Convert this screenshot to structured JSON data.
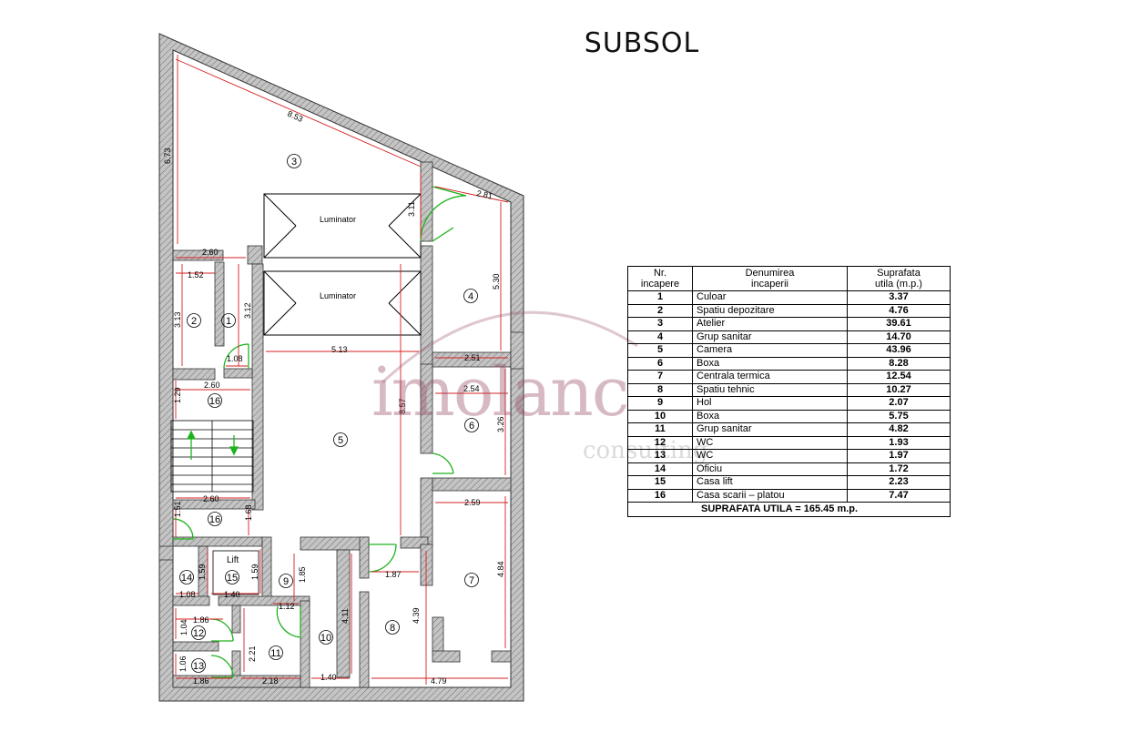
{
  "title": "SUBSOL",
  "legend": {
    "headers": {
      "nr": "Nr.\nincapere",
      "name": "Denumirea\nincaperii",
      "area": "Suprafata\nutila (m.p.)"
    },
    "rows": [
      {
        "nr": "1",
        "name": "Culoar",
        "area": "3.37"
      },
      {
        "nr": "2",
        "name": "Spatiu depozitare",
        "area": "4.76"
      },
      {
        "nr": "3",
        "name": "Atelier",
        "area": "39.61"
      },
      {
        "nr": "4",
        "name": "Grup sanitar",
        "area": "14.70"
      },
      {
        "nr": "5",
        "name": "Camera",
        "area": "43.96"
      },
      {
        "nr": "6",
        "name": "Boxa",
        "area": "8.28"
      },
      {
        "nr": "7",
        "name": "Centrala termica",
        "area": "12.54"
      },
      {
        "nr": "8",
        "name": "Spatiu tehnic",
        "area": "10.27"
      },
      {
        "nr": "9",
        "name": "Hol",
        "area": "2.07"
      },
      {
        "nr": "10",
        "name": "Boxa",
        "area": "5.75"
      },
      {
        "nr": "11",
        "name": "Grup sanitar",
        "area": "4.82"
      },
      {
        "nr": "12",
        "name": "WC",
        "area": "1.93"
      },
      {
        "nr": "13",
        "name": "WC",
        "area": "1.97"
      },
      {
        "nr": "14",
        "name": "Oficiu",
        "area": "1.72"
      },
      {
        "nr": "15",
        "name": "Casa lift",
        "area": "2.23"
      },
      {
        "nr": "16",
        "name": "Casa scarii – platou",
        "area": "7.47"
      }
    ],
    "total": "SUPRAFATA UTILA = 165.45 m.p."
  },
  "watermark": {
    "main": "imolanc",
    "sub": "consulting"
  },
  "plan": {
    "skylight_1": "Luminator",
    "skylight_2": "Luminator",
    "lift": "Lift",
    "rooms": [
      "1",
      "2",
      "3",
      "4",
      "5",
      "6",
      "7",
      "8",
      "9",
      "10",
      "11",
      "12",
      "13",
      "14",
      "15",
      "16",
      "16"
    ],
    "dims": [
      "8.53",
      "6.73",
      "3.11",
      "2.81",
      "5.30",
      "2.60",
      "1.52",
      "3.13",
      "3.12",
      "1.08",
      "5.13",
      "2.51",
      "2.60",
      "1.29",
      "2.54",
      "3.26",
      "8.57",
      "2.60",
      "1.68",
      "1.51",
      "2.59",
      "4.84",
      "1.59",
      "1.59",
      "1.08",
      "1.40",
      "1.85",
      "1.87",
      "4.39",
      "1.12",
      "4.11",
      "1.86",
      "1.04",
      "2.21",
      "1.06",
      "1.86",
      "2.18",
      "1.40",
      "4.79"
    ]
  },
  "colors": {
    "wall": "#9a9a9a",
    "dimension": "#d62020",
    "door": "#1fb21f"
  }
}
